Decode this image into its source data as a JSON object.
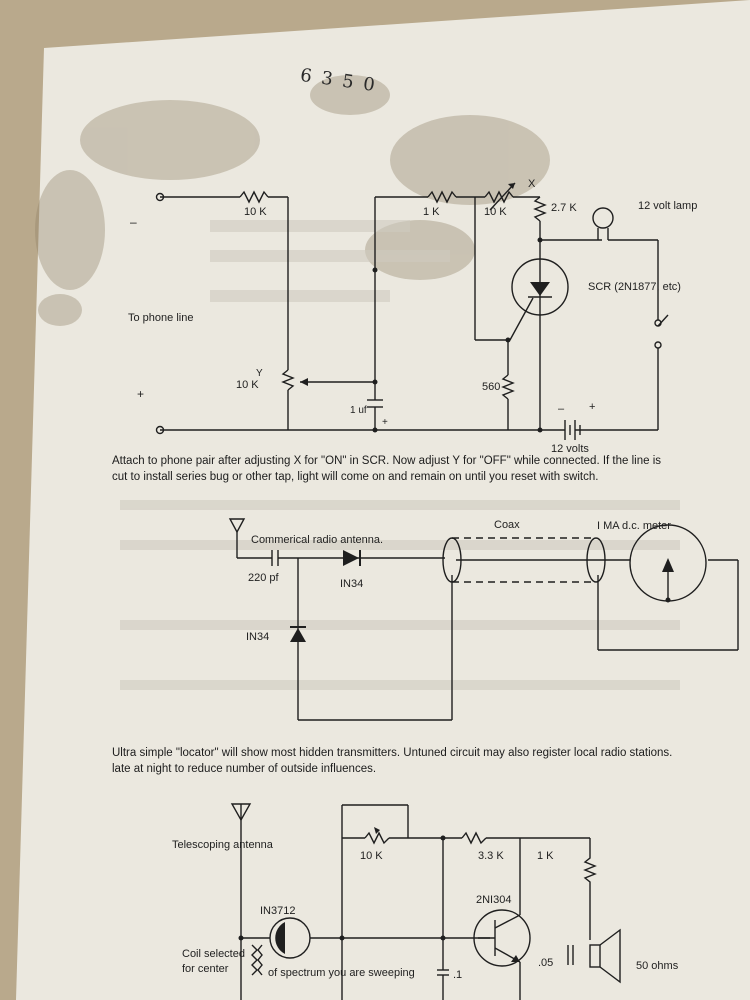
{
  "handwritten_note": "6 3 5 0",
  "circuit1": {
    "minus": "–",
    "plus": "+",
    "to_phone_line": "To phone line",
    "r1": "10 K",
    "pot_y_letter": "Y",
    "pot_y": "10 K",
    "cap": "1 uf",
    "cap_plus": "+",
    "r_1k": "1 K",
    "pot_x_letter": "X",
    "pot_x": "10 K",
    "r_27k": "2.7 K",
    "lamp": "12 volt lamp",
    "scr": "SCR (2N1877, etc)",
    "r_560": "560",
    "batt_minus": "–",
    "batt_plus": "+",
    "battery": "12 volts"
  },
  "caption1": {
    "line1": "Attach to phone pair after adjusting X for \"ON\" in SCR.  Now adjust Y for \"OFF\" while connected.  If the line is",
    "line2": "cut to install series bug or other tap, light will come on and remain on until you reset with switch."
  },
  "circuit2": {
    "antenna": "Commerical radio antenna.",
    "cap": "220 pf",
    "diode1": "IN34",
    "diode2": "IN34",
    "coax": "Coax",
    "meter": "I MA d.c. meter"
  },
  "caption2": {
    "line1": "Ultra simple \"locator\" will show most hidden transmitters.  Untuned circuit may also register local radio stations.",
    "line2": "late at night to reduce number of outside influences."
  },
  "circuit3": {
    "antenna": "Telescoping   antenna",
    "pot": "10 K",
    "r_33k": "3.3 K",
    "r_1k": "1 K",
    "diode": "IN3712",
    "transistor": "2NI304",
    "coil": "Coil selected",
    "coil2": "for center",
    "spectrum": "of spectrum you are sweeping",
    "cap1": ".1",
    "cap2": ".05",
    "speaker": "50 ohms"
  },
  "colors": {
    "paper": "#ebe8df",
    "ink": "#1f1f1f",
    "stain": "#8c7e62"
  }
}
